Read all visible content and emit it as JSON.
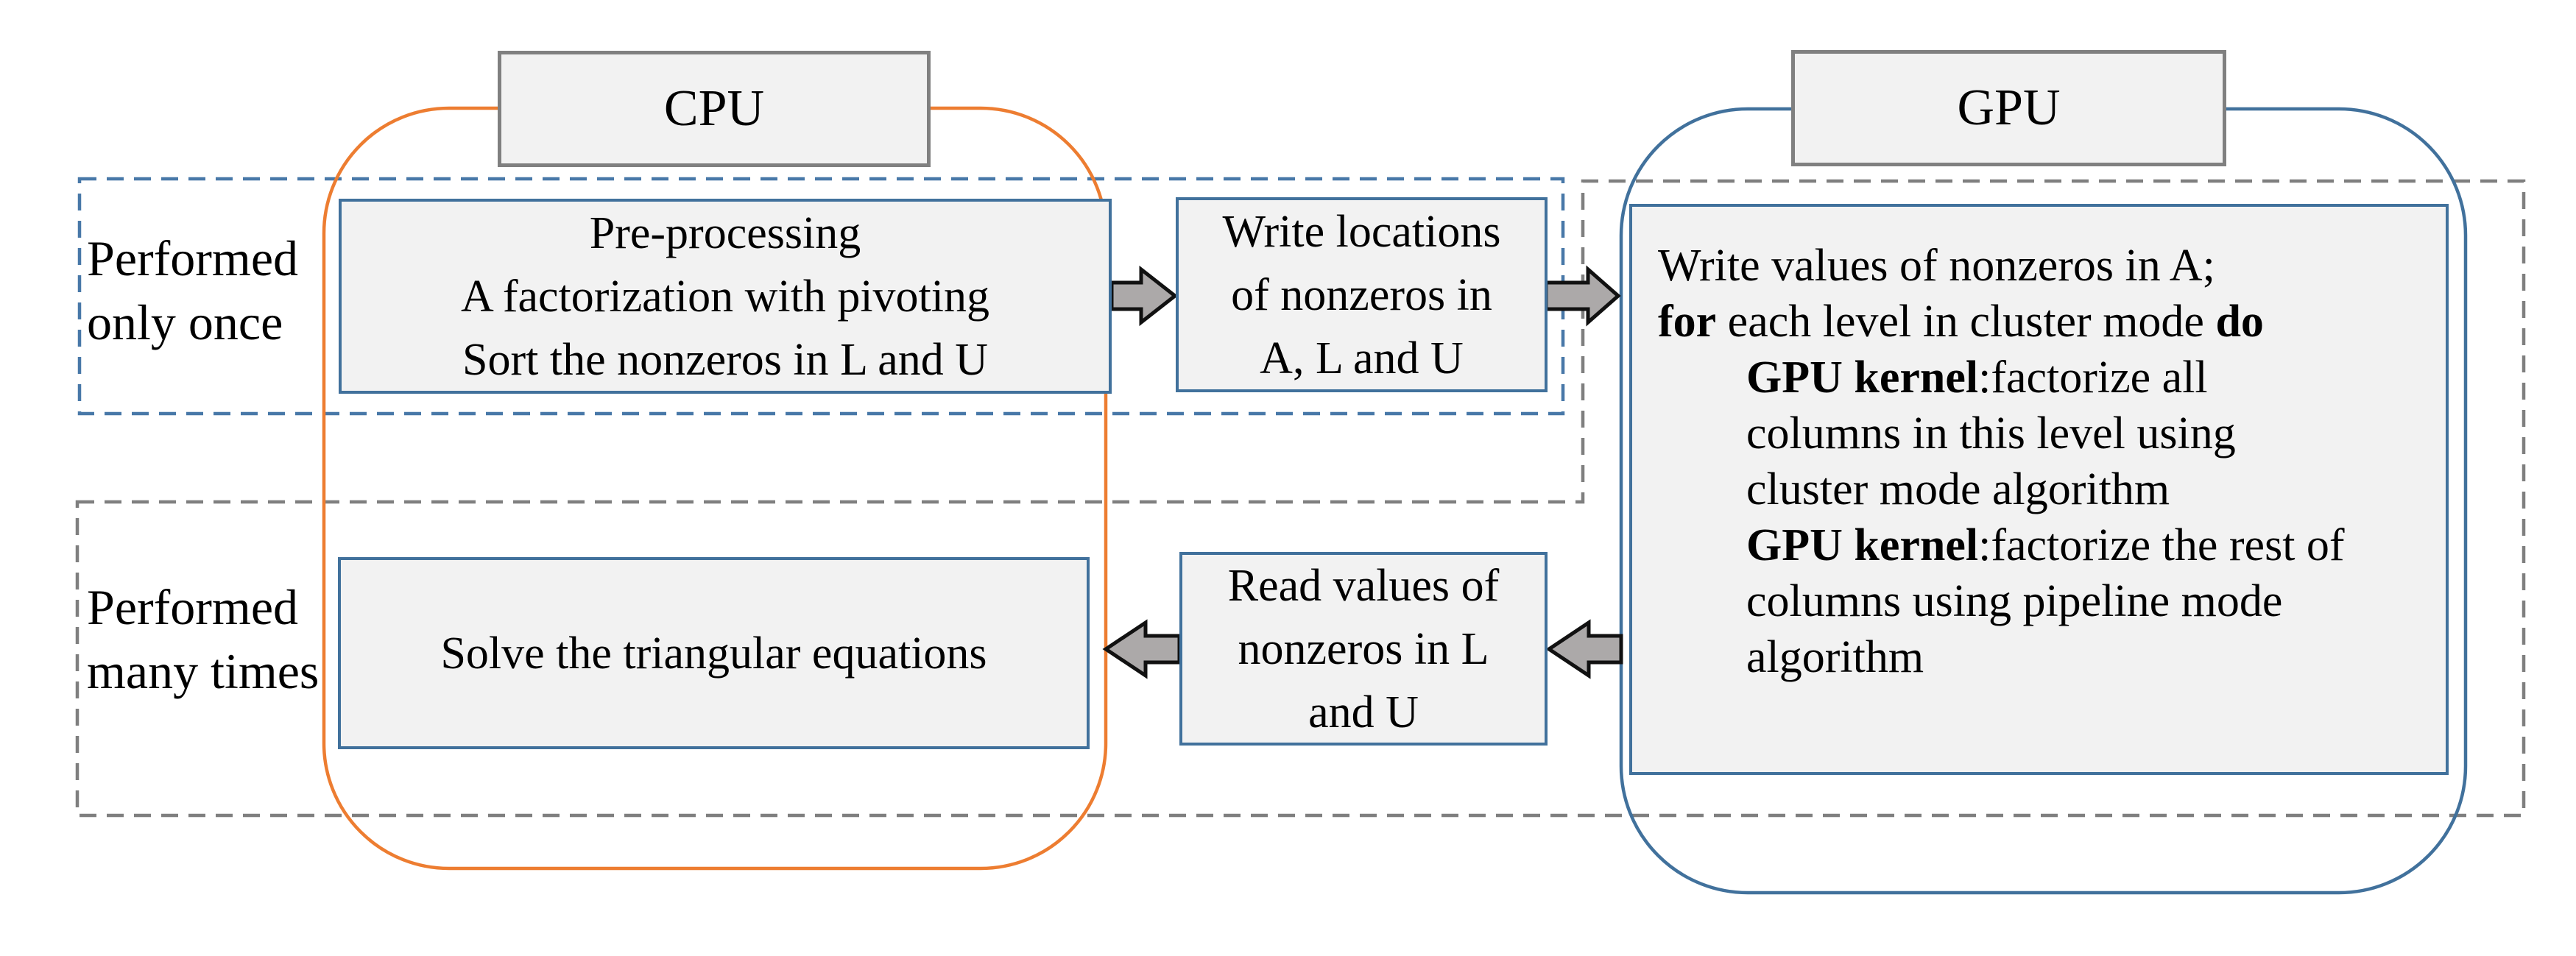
{
  "colors": {
    "cpu_outline_orange": "#ED7D31",
    "gpu_outline_blue": "#41719C",
    "box_border_blue": "#41719C",
    "box_fill_gray": "#F2F2F2",
    "chip_label_border_gray": "#808080",
    "dashed_once_blue": "#4878A8",
    "dashed_many_gray": "#7F7F7F",
    "arrow_fill_gray": "#ACA9A9",
    "arrow_outline_black": "#111111",
    "text_black": "#000000"
  },
  "icons": {
    "arrow_pre_to_write": "right-block-arrow-icon",
    "arrow_write_to_gpu": "right-block-arrow-icon",
    "arrow_read_to_solve": "left-block-arrow-icon",
    "arrow_gpu_to_read": "left-block-arrow-icon"
  },
  "cpu": {
    "label": "CPU"
  },
  "gpu": {
    "label": "GPU"
  },
  "row_once": {
    "line1": "Performed",
    "line2": "only once"
  },
  "row_many": {
    "line1": "Performed",
    "line2": "many times"
  },
  "preprocess": {
    "lines": [
      "Pre-processing",
      "A factorization with pivoting",
      "Sort the nonzeros in L and U"
    ]
  },
  "write_locations": {
    "lines": [
      "Write locations",
      "of nonzeros in",
      "A, L and U"
    ]
  },
  "solve": {
    "line": "Solve the triangular equations"
  },
  "read_values": {
    "lines": [
      "Read values of",
      "nonzeros in L",
      "and U"
    ]
  },
  "gpu_program": {
    "line1": "Write values of nonzeros in A;",
    "line2_bold1": "for",
    "line2_mid": " each level in cluster mode ",
    "line2_bold2": "do",
    "line3_bold": "GPU kernel",
    "line3_rest": ":factorize all",
    "line4": "columns in this level using",
    "line5": "cluster mode algorithm",
    "line6_bold": "GPU kernel",
    "line6_rest": ":factorize the rest of",
    "line7": "columns using pipeline mode",
    "line8": "algorithm"
  }
}
